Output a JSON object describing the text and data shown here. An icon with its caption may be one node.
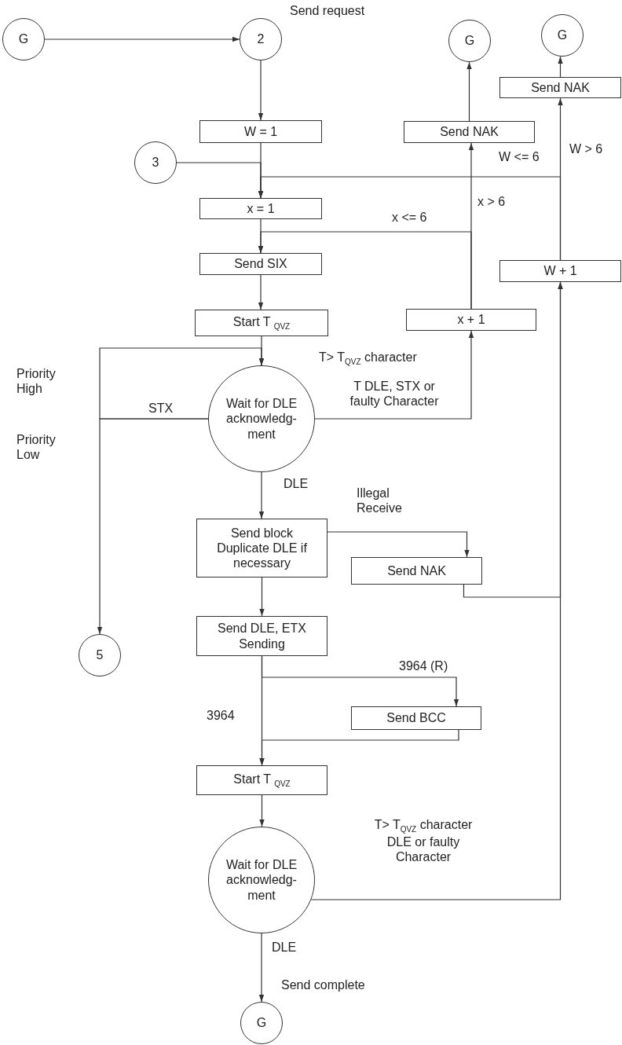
{
  "diagram": {
    "nodes": [
      {
        "text": [
          "G"
        ]
      },
      {
        "text": [
          "2"
        ],
        "beside": [
          "Send request"
        ]
      },
      {
        "text": [
          "G"
        ]
      },
      {
        "text": [
          "G"
        ]
      },
      {
        "text": [
          "Send NAK"
        ]
      },
      {
        "text": [
          "W = 1"
        ]
      },
      {
        "text": [
          "Send NAK"
        ]
      },
      {
        "text": [
          "3"
        ]
      },
      {
        "text": [
          "x = 1"
        ]
      },
      {
        "text": [
          "W + 1"
        ]
      },
      {
        "text": [
          "Send SIX"
        ]
      },
      {
        "text": [
          "Start T $_{QVZ}$"
        ]
      },
      {
        "text": [
          "x + 1"
        ]
      },
      {
        "text": [
          "Wait for DLE acknowledg- ment"
        ]
      },
      {
        "text": [
          "Send block Duplicate DLE if necessary"
        ]
      },
      {
        "text": [
          "Send NAK"
        ]
      },
      {
        "text": [
          "5"
        ]
      },
      {
        "text": [
          "Send DLE, ETX Sending"
        ]
      },
      {
        "text": [
          "Send BCC"
        ]
      },
      {
        "text": [
          "Start T $_{QVZ}$"
        ]
      },
      {
        "text": [
          "Wait for DLE acknowledg- ment"
        ]
      },
      {
        "text": [
          "G"
        ]
      }
    ],
    "edges": [
      {
        "from": 0,
        "to": 1,
        "arrow": "to"
      },
      {
        "from": 1,
        "to": 5,
        "arrow": "to"
      },
      {
        "from": 5,
        "to": 8,
        "arrow": "to"
      },
      {
        "from": 7,
        "to": 8,
        "arrow": "to"
      },
      {
        "from": 9,
        "to": 8,
        "arrow": "to",
        "label": "W <= 6"
      },
      {
        "from": 9,
        "to": 4,
        "arrow": "to",
        "label": "W > 6"
      },
      {
        "from": 4,
        "to": 3,
        "arrow": "to"
      },
      {
        "from": 8,
        "to": 10,
        "arrow": "to"
      },
      {
        "from": 12,
        "to": 10,
        "arrow": "to",
        "label": "x <= 6"
      },
      {
        "from": 12,
        "to": 6,
        "arrow": "to",
        "label": "x > 6"
      },
      {
        "from": 6,
        "to": 2,
        "arrow": "to"
      },
      {
        "from": 10,
        "to": 11,
        "arrow": "to"
      },
      {
        "from": 11,
        "to": 13,
        "arrow": "to"
      },
      {
        "from": 13,
        "to": 13,
        "arrow": "to"
      },
      {
        "from": 13,
        "to": 16,
        "arrow": "to",
        "label": "STX"
      },
      {
        "from": 13,
        "to": 12,
        "arrow": "to"
      },
      {
        "from": 13,
        "to": 14,
        "arrow": "to",
        "label": "DLE"
      },
      {
        "from": 14,
        "to": 15,
        "arrow": "to",
        "label": "Illegal Receive"
      },
      {
        "from": 15,
        "to": 9,
        "arrow": "to"
      },
      {
        "from": 14,
        "to": 17,
        "arrow": "to"
      },
      {
        "from": 17,
        "to": 18,
        "arrow": "to",
        "label": "3964 (R)"
      },
      {
        "from": 17,
        "to": 19,
        "arrow": "to",
        "label": "3964"
      },
      {
        "from": 18,
        "to": 19,
        "arrow": "to"
      },
      {
        "from": 19,
        "to": 20,
        "arrow": "to"
      },
      {
        "from": 20,
        "to": 9,
        "arrow": "to"
      },
      {
        "from": 20,
        "to": 21,
        "arrow": "to",
        "label": "DLE"
      }
    ],
    "labels": [
      "Priority High",
      "Priority Low",
      "T> T$_{QVZ}$ character",
      "T DLE, STX or faulty Character",
      "T> T$_{QVZ}$ character DLE or faulty Character",
      "Send complete"
    ]
  }
}
